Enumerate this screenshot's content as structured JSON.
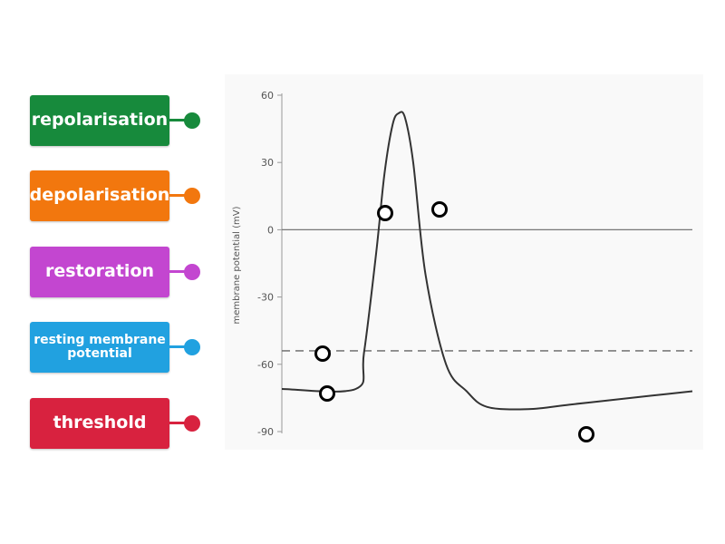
{
  "labels": [
    {
      "text": "repolarisation",
      "color": "#178a3c"
    },
    {
      "text": "depolarisation",
      "color": "#f2770e"
    },
    {
      "text": "restoration",
      "color": "#c346d0"
    },
    {
      "text": "resting membrane potential",
      "color": "#21a1e0"
    },
    {
      "text": "threshold",
      "color": "#d8223f"
    }
  ],
  "chart_data": {
    "type": "line",
    "ylabel": "membrane potential (mV)",
    "xlabel": "",
    "ylim": [
      -90,
      60
    ],
    "yticks": [
      "60",
      "30",
      "0",
      "-30",
      "-60",
      "-90"
    ],
    "ytick_values": [
      60,
      30,
      0,
      -30,
      -60,
      -90
    ],
    "reference_lines": [
      {
        "value": 0,
        "style": "solid"
      },
      {
        "value": -54,
        "style": "dashed"
      }
    ],
    "x": [
      0,
      18,
      20,
      23,
      25,
      27,
      28.5,
      30,
      32,
      35,
      40,
      45,
      50,
      60,
      70,
      80,
      90,
      100
    ],
    "y": [
      -71,
      -71,
      -55,
      -10,
      25,
      47,
      52,
      50,
      30,
      -20,
      -60,
      -72,
      -79,
      -80,
      -78,
      -76,
      -74,
      -72
    ],
    "grid": false,
    "legend": "none"
  }
}
